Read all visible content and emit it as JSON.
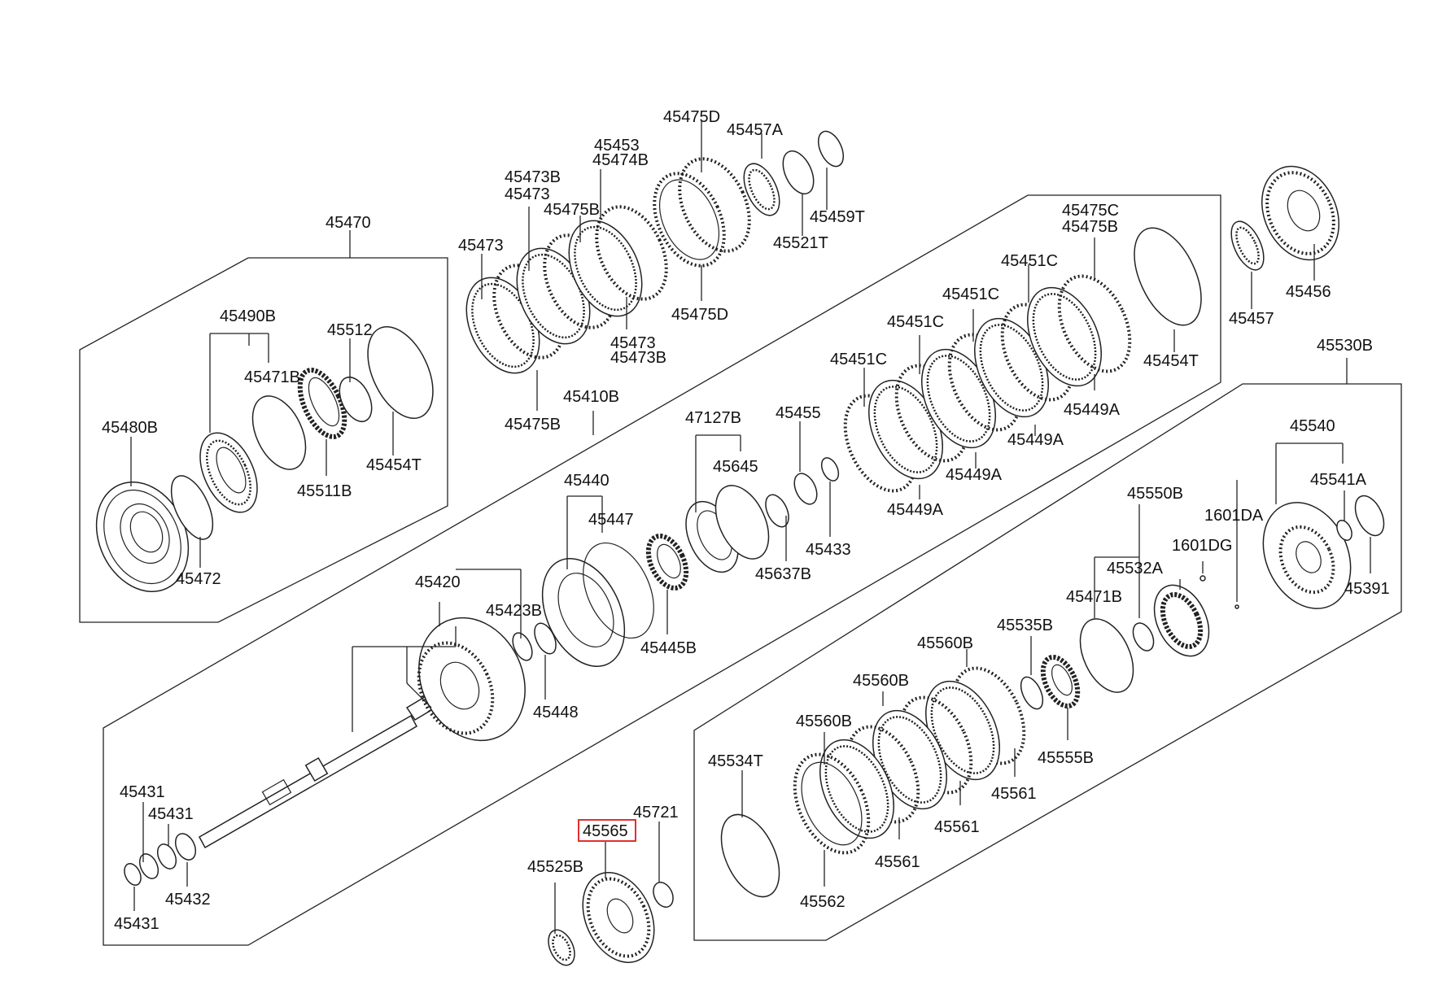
{
  "highlighted_part": "45565",
  "colors": {
    "highlight": "#e03030",
    "line": "#222222",
    "background": "#ffffff"
  },
  "labels": [
    "45470",
    "45490B",
    "45512",
    "45471B",
    "45480B",
    "45511B",
    "45454T",
    "45472",
    "45473",
    "45473B",
    "45473",
    "45453",
    "45474B",
    "45475B",
    "45475D",
    "45457A",
    "45459T",
    "45521T",
    "45475D",
    "45473",
    "45473B",
    "45475B",
    "45410B",
    "45475C",
    "45475B",
    "45451C",
    "45451C",
    "45451C",
    "45451C",
    "45454T",
    "45449A",
    "45449A",
    "45449A",
    "45449A",
    "45456",
    "45457",
    "45530B",
    "47127B",
    "45455",
    "45645",
    "45637B",
    "45433",
    "45440",
    "45447",
    "45445B",
    "45420",
    "45423B",
    "45448",
    "45540",
    "45541A",
    "45391",
    "45550B",
    "1601DA",
    "1601DG",
    "45532A",
    "45471B",
    "45535B",
    "45560B",
    "45560B",
    "45560B",
    "45555B",
    "45534T",
    "45561",
    "45561",
    "45561",
    "45562",
    "45431",
    "45431",
    "45432",
    "45431",
    "45565",
    "45721",
    "45525B"
  ]
}
